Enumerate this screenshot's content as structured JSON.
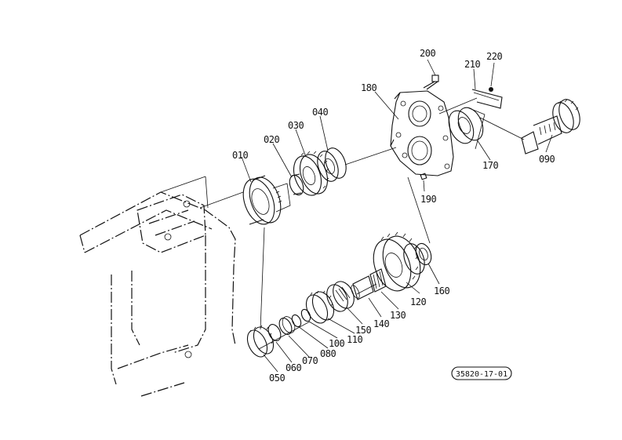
{
  "diagram": {
    "reference_code": "35820-17-01",
    "parts": [
      {
        "id": "p010",
        "label": "010"
      },
      {
        "id": "p020",
        "label": "020"
      },
      {
        "id": "p030",
        "label": "030"
      },
      {
        "id": "p040",
        "label": "040"
      },
      {
        "id": "p050",
        "label": "050"
      },
      {
        "id": "p060",
        "label": "060"
      },
      {
        "id": "p070",
        "label": "070"
      },
      {
        "id": "p080",
        "label": "080"
      },
      {
        "id": "p090",
        "label": "090"
      },
      {
        "id": "p100",
        "label": "100"
      },
      {
        "id": "p110",
        "label": "110"
      },
      {
        "id": "p120",
        "label": "120"
      },
      {
        "id": "p130",
        "label": "130"
      },
      {
        "id": "p140",
        "label": "140"
      },
      {
        "id": "p150",
        "label": "150"
      },
      {
        "id": "p160",
        "label": "160"
      },
      {
        "id": "p170",
        "label": "170"
      },
      {
        "id": "p180",
        "label": "180"
      },
      {
        "id": "p190",
        "label": "190"
      },
      {
        "id": "p200",
        "label": "200"
      },
      {
        "id": "p210",
        "label": "210"
      },
      {
        "id": "p220",
        "label": "220"
      }
    ]
  }
}
